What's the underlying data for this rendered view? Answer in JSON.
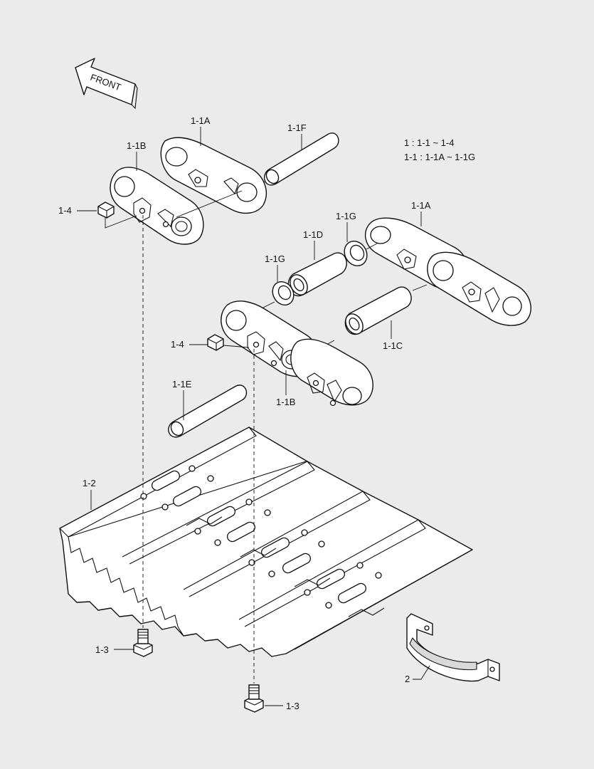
{
  "front_arrow": {
    "label": "FRONT"
  },
  "legend": {
    "line1": "1 : 1-1 ~ 1-4",
    "line2": "1-1 : 1-1A ~ 1-1G"
  },
  "callouts": {
    "link_a_top": "1-1A",
    "pin_f": "1-1F",
    "link_b_top": "1-1B",
    "nut_top": "1-4",
    "link_a_right": "1-1A",
    "seal_g_top": "1-1G",
    "bushing_d": "1-1D",
    "seal_g_left": "1-1G",
    "nut_mid": "1-4",
    "bushing_c": "1-1C",
    "pin_e": "1-1E",
    "link_b_mid": "1-1B",
    "shoe": "1-2",
    "bolt_left": "1-3",
    "bolt_bottom": "1-3",
    "guard": "2"
  }
}
